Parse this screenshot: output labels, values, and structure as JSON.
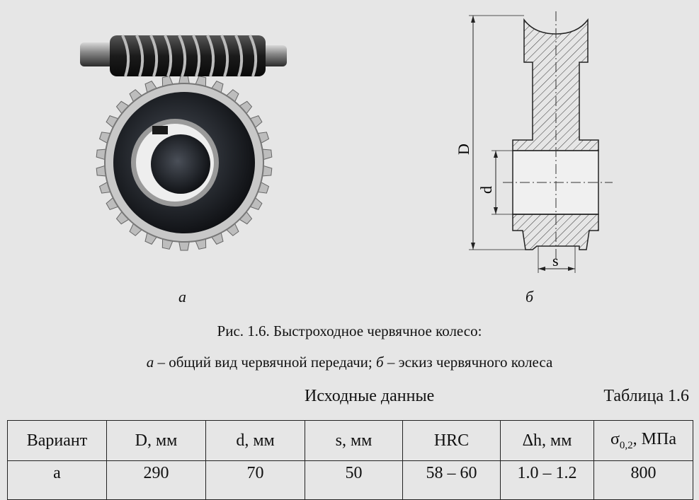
{
  "figure": {
    "label_a": "а",
    "label_b": "б",
    "dim_D": "D",
    "dim_d": "d",
    "dim_s": "s"
  },
  "caption": {
    "line1": "Рис. 1.6. Быстроходное червячное колесо:",
    "line2_a": "а",
    "line2_a_text": " – общий вид червячной передачи; ",
    "line2_b": "б",
    "line2_b_text": " – эскиз червячного колеса"
  },
  "table": {
    "title": "Исходные данные",
    "number": "Таблица 1.6",
    "headers": [
      "Вариант",
      "D, мм",
      "d, мм",
      "s, мм",
      "HRC",
      "Δh, мм",
      "σ",
      "0,2",
      ", МПа"
    ],
    "row": [
      "а",
      "290",
      "70",
      "50",
      "58 – 60",
      "1.0 – 1.2",
      "800"
    ]
  }
}
